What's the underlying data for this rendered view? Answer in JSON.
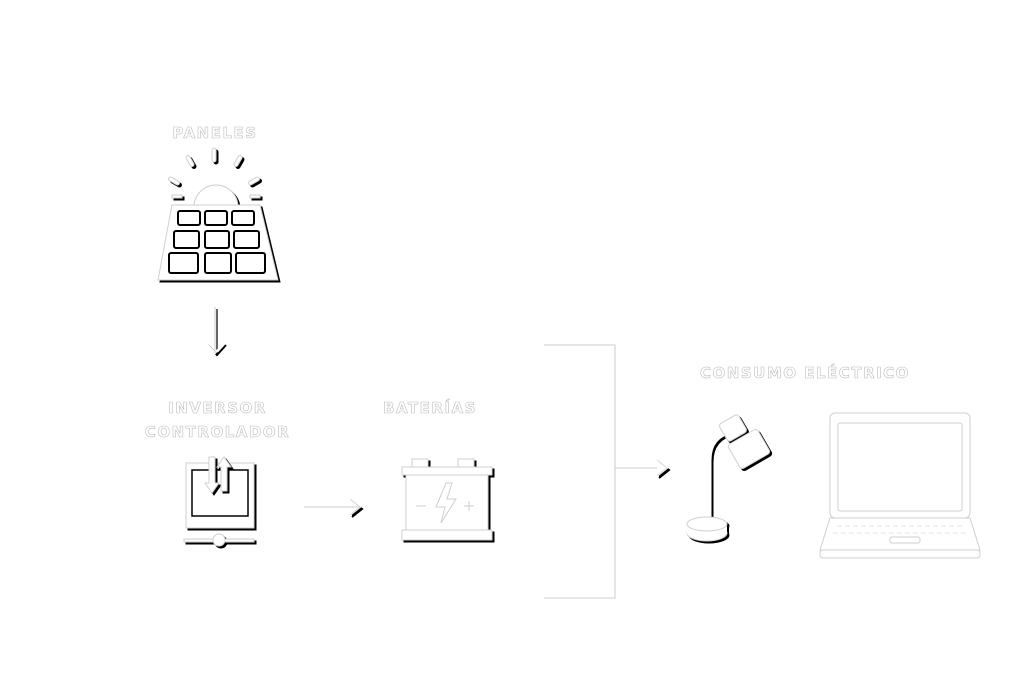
{
  "nodes": {
    "panels": {
      "label": "PANELES",
      "icon": "solar-panel-icon"
    },
    "inverter": {
      "label_line1": "INVERSOR",
      "label_line2": "CONTROLADOR",
      "icon": "inverter-icon"
    },
    "batteries": {
      "label": "BATERÍAS",
      "icon": "battery-icon"
    },
    "consumption": {
      "label": "CONSUMO ELÉCTRICO",
      "icons": [
        "desk-lamp-icon",
        "laptop-icon"
      ]
    }
  },
  "colors": {
    "background": "#ffffff",
    "icon_fill": "#ffffff",
    "shadow": "#000000",
    "outline": "#cfcfcf"
  }
}
